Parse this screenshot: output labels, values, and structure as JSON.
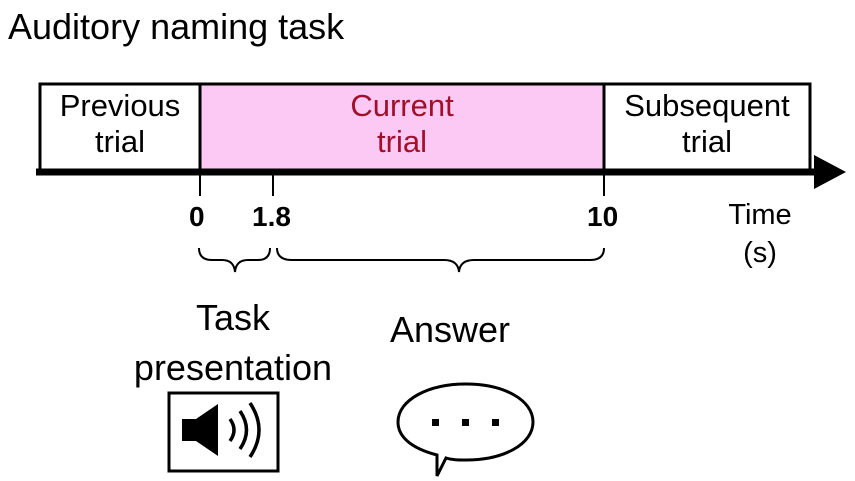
{
  "title": "Auditory naming task",
  "boxes": {
    "previous": {
      "line1": "Previous",
      "line2": "trial"
    },
    "current": {
      "line1": "Current",
      "line2": "trial"
    },
    "subsequent": {
      "line1": "Subsequent",
      "line2": "trial"
    }
  },
  "ticks": [
    "0",
    "1.8",
    "10"
  ],
  "axis": {
    "line1": "Time",
    "line2": "(s)"
  },
  "phases": {
    "task": {
      "line1": "Task",
      "line2": "presentation"
    },
    "answer": "Answer"
  },
  "icons": {
    "task": "speaker-icon",
    "answer": "speech-bubble-icon"
  },
  "colors": {
    "current_fill": "#fcc8f4",
    "current_text": "#a0102a",
    "axis": "#000000"
  }
}
